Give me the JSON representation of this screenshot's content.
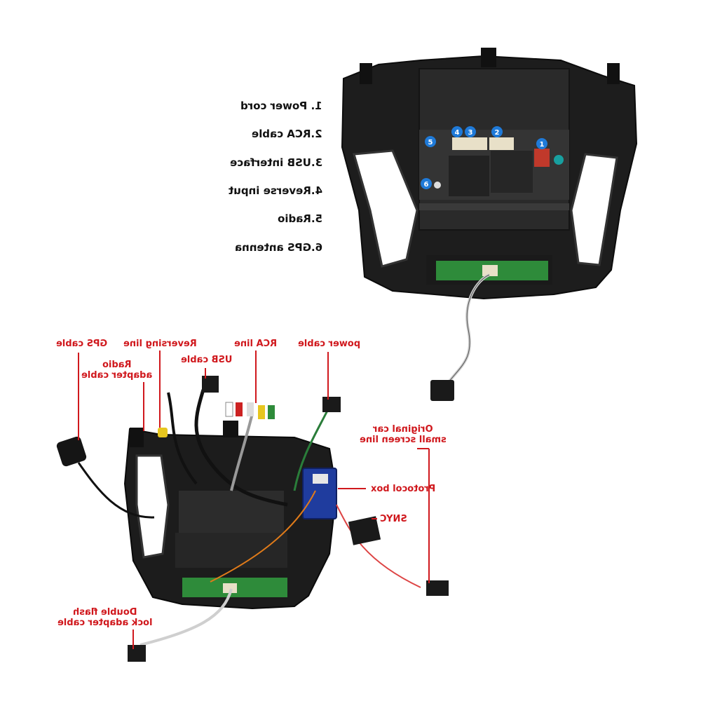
{
  "legend": [
    "1. Power cord",
    "2.RCA cable",
    "3.USB interface",
    "4.Reverse input",
    "5.Radio",
    "6.GPS antenna"
  ],
  "callouts": {
    "gps_cable": "GPS cable",
    "reversing_line": "Reversing line",
    "rca_line": "RCA line",
    "power_cable": "power cable",
    "radio_adapter": [
      "Radio",
      "adapter cable"
    ],
    "usb_cable": "USB cable",
    "original_car": [
      "Original car",
      "small screen line"
    ],
    "protocol_box": "Protocol box",
    "snyc": "SNYC",
    "double_flash": [
      "Double flash",
      "lock adapter cable"
    ]
  },
  "port_numbers": [
    "1",
    "2",
    "3",
    "4",
    "5",
    "6"
  ],
  "colors": {
    "label_red": "#d0181d",
    "marker_blue": "#1f7ad8",
    "frame_black": "#1b1b1b",
    "pcb_green": "#2e8b3a",
    "protocol_blue": "#1f3c9e"
  }
}
